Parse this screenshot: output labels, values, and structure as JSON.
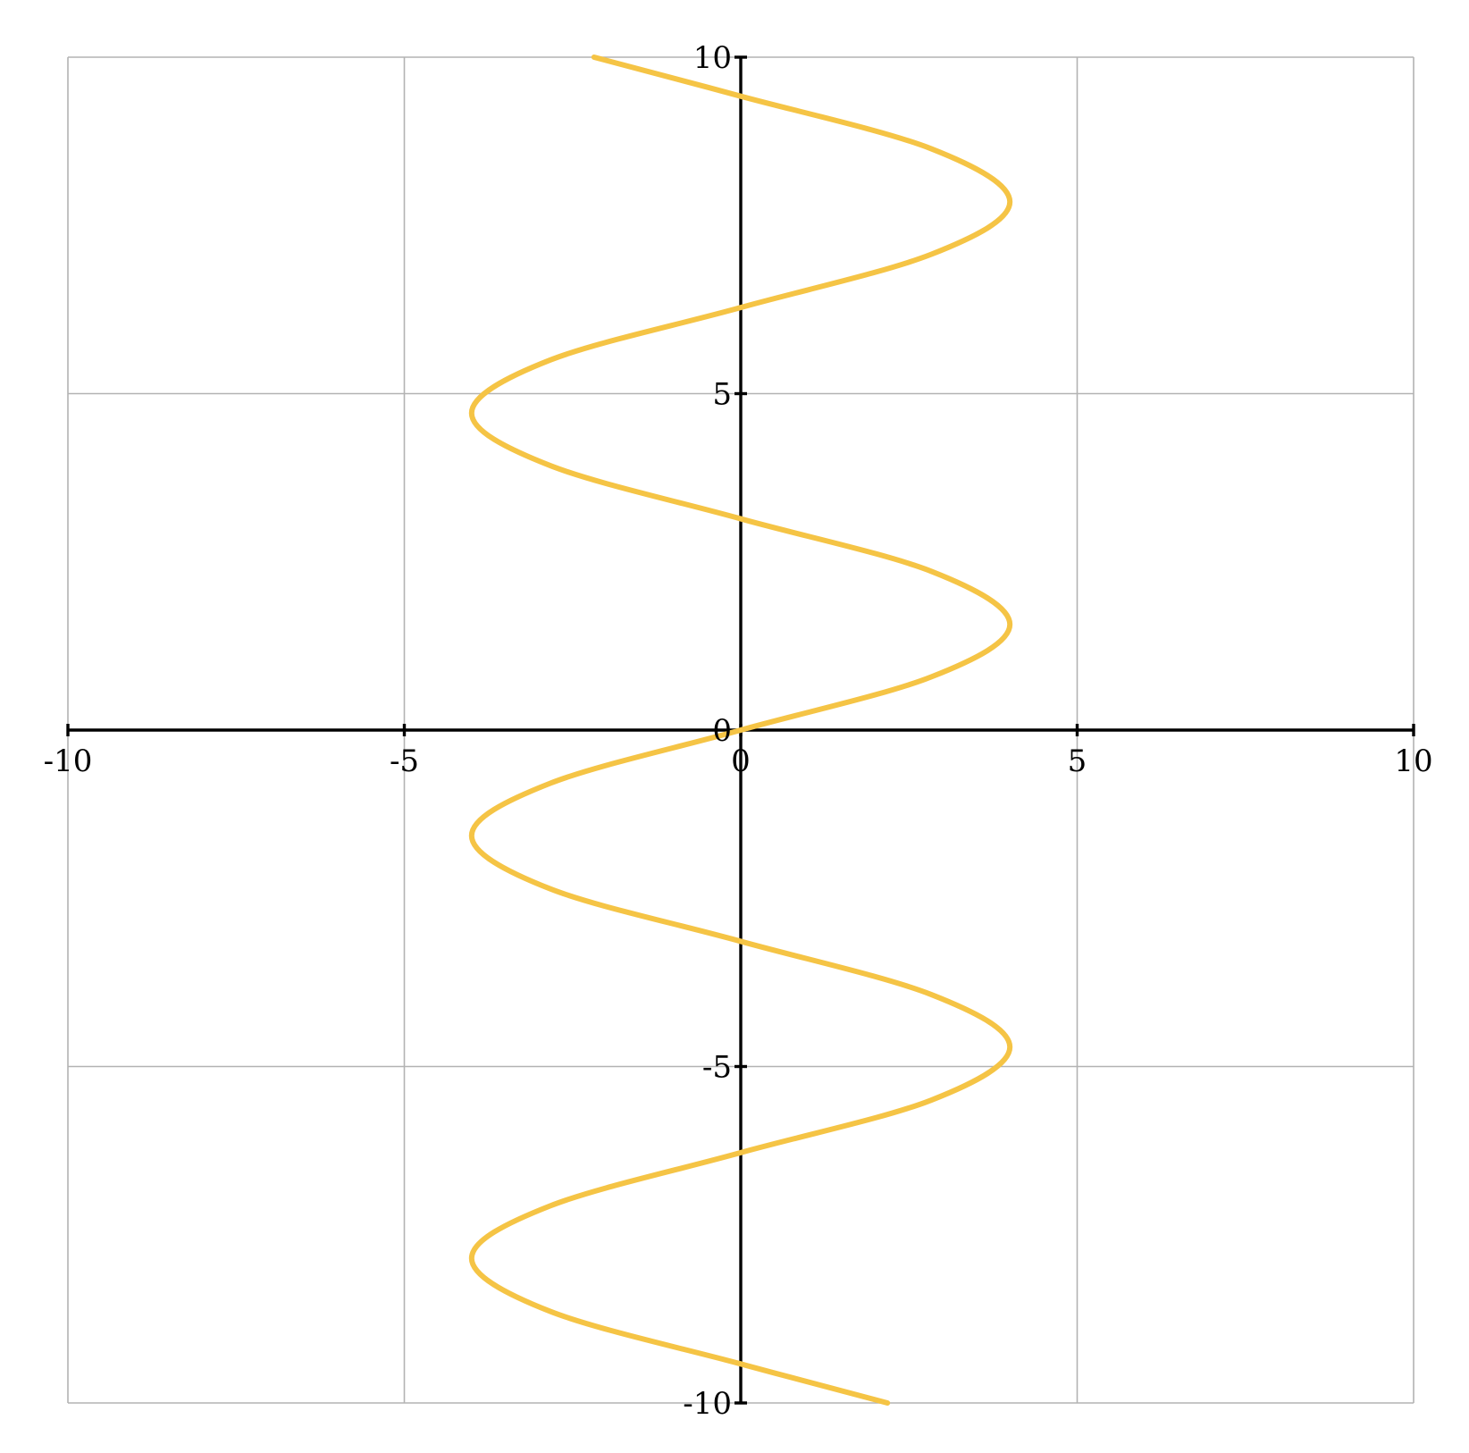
{
  "chart_data": {
    "type": "line",
    "title": "",
    "xlabel": "",
    "ylabel": "",
    "xlim": [
      -10,
      10
    ],
    "ylim": [
      -10,
      10
    ],
    "x_ticks": [
      -10,
      -5,
      0,
      5,
      10
    ],
    "y_ticks": [
      -10,
      -5,
      0,
      5,
      10
    ],
    "x_tick_labels": [
      "-10",
      "-5",
      "0",
      "5",
      "10"
    ],
    "y_tick_labels": [
      "-10",
      "-5",
      "0",
      "5",
      "10"
    ],
    "grid": true,
    "legend": "none",
    "series": [
      {
        "color": "#f5c445",
        "points": [
          [
            2.18,
            -10.0
          ],
          [
            0.0,
            -9.42
          ],
          [
            -2.83,
            -8.64
          ],
          [
            -4.0,
            -7.85
          ],
          [
            -2.83,
            -7.07
          ],
          [
            0.0,
            -6.28
          ],
          [
            2.83,
            -5.5
          ],
          [
            4.0,
            -4.71
          ],
          [
            2.83,
            -3.93
          ],
          [
            0.0,
            -3.14
          ],
          [
            -2.83,
            -2.36
          ],
          [
            -4.0,
            -1.57
          ],
          [
            -2.83,
            -0.79
          ],
          [
            0.0,
            0.0
          ],
          [
            2.83,
            0.79
          ],
          [
            4.0,
            1.57
          ],
          [
            2.83,
            2.36
          ],
          [
            0.0,
            3.14
          ],
          [
            -2.83,
            3.93
          ],
          [
            -4.0,
            4.71
          ],
          [
            -2.83,
            5.5
          ],
          [
            0.0,
            6.28
          ],
          [
            2.83,
            7.07
          ],
          [
            4.0,
            7.85
          ],
          [
            2.83,
            8.64
          ],
          [
            0.0,
            9.42
          ],
          [
            -2.18,
            10.0
          ]
        ]
      }
    ]
  },
  "colors": {
    "grid": "#b3b3b3",
    "axis": "#000000",
    "series": "#f5c445",
    "background": "#ffffff"
  }
}
